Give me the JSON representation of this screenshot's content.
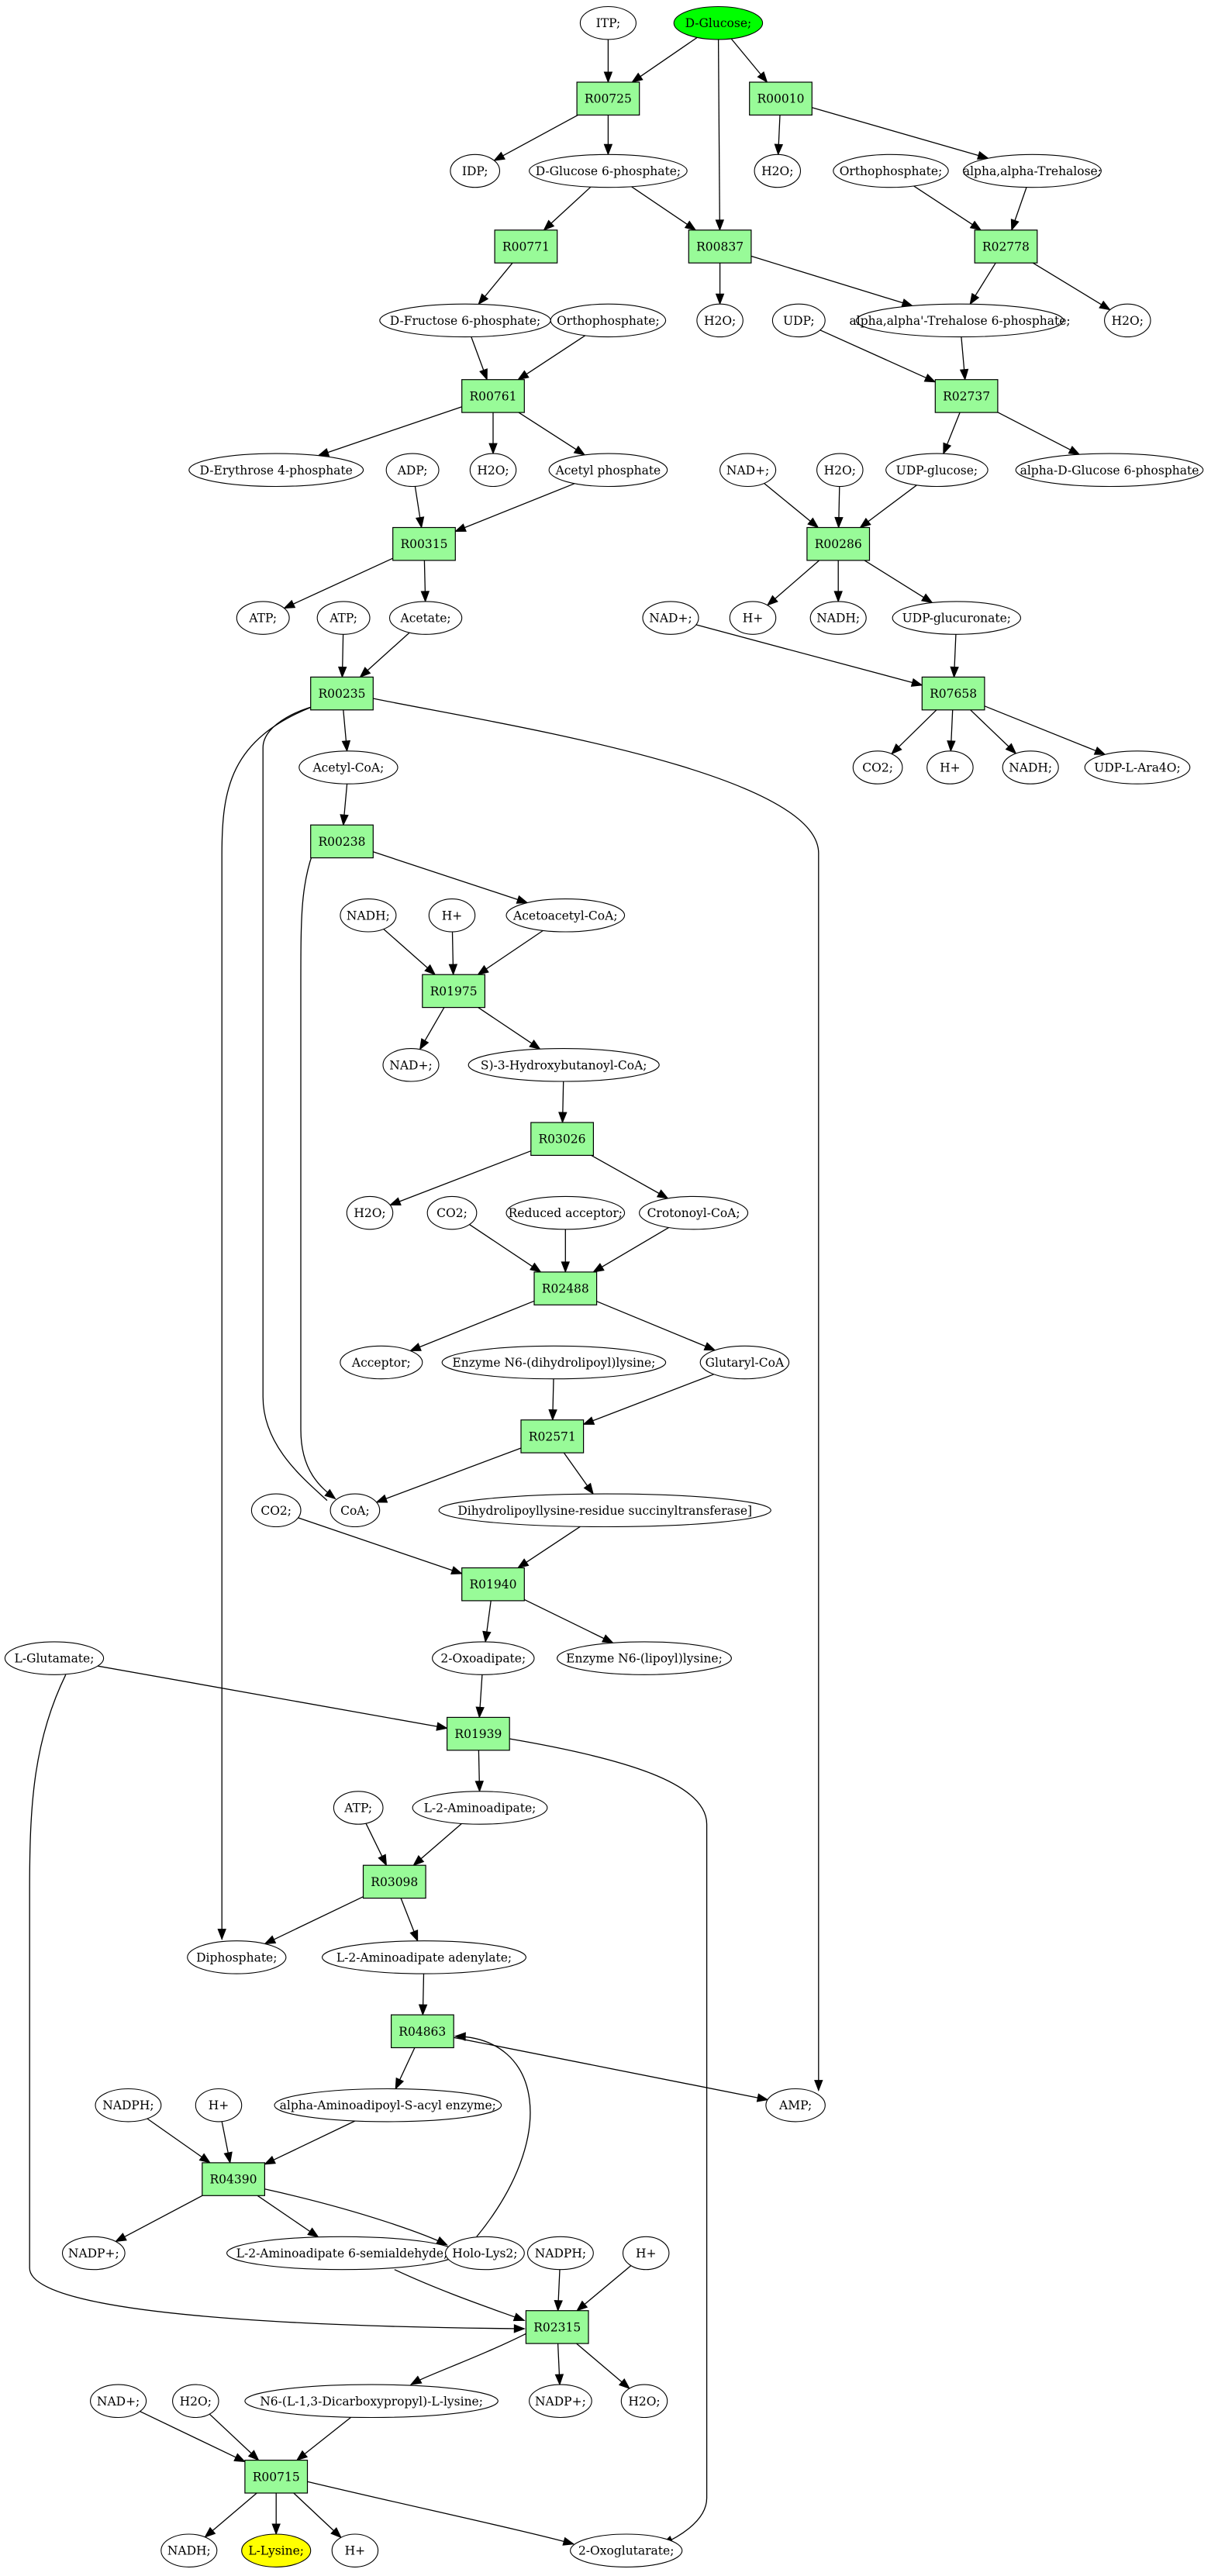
{
  "colors": {
    "reaction_fill": "#98fb98",
    "compound_fill": "#ffffff",
    "start_fill": "#00ff00",
    "target_fill": "#ffff00",
    "line": "#000000"
  },
  "reactions": [
    {
      "id": "R00725",
      "label": "R00725"
    },
    {
      "id": "R00010",
      "label": "R00010"
    },
    {
      "id": "R00771",
      "label": "R00771"
    },
    {
      "id": "R00837",
      "label": "R00837"
    },
    {
      "id": "R02778",
      "label": "R02778"
    },
    {
      "id": "R00761",
      "label": "R00761"
    },
    {
      "id": "R02737",
      "label": "R02737"
    },
    {
      "id": "R00315",
      "label": "R00315"
    },
    {
      "id": "R00286",
      "label": "R00286"
    },
    {
      "id": "R00235",
      "label": "R00235"
    },
    {
      "id": "R07658",
      "label": "R07658"
    },
    {
      "id": "R00238",
      "label": "R00238"
    },
    {
      "id": "R01975",
      "label": "R01975"
    },
    {
      "id": "R03026",
      "label": "R03026"
    },
    {
      "id": "R02488",
      "label": "R02488"
    },
    {
      "id": "R02571",
      "label": "R02571"
    },
    {
      "id": "R01940",
      "label": "R01940"
    },
    {
      "id": "R01939",
      "label": "R01939"
    },
    {
      "id": "R03098",
      "label": "R03098"
    },
    {
      "id": "R04863",
      "label": "R04863"
    },
    {
      "id": "R04390",
      "label": "R04390"
    },
    {
      "id": "R02315",
      "label": "R02315"
    },
    {
      "id": "R00715",
      "label": "R00715"
    }
  ],
  "compounds": [
    {
      "id": "itp",
      "label": "ITP;",
      "role": "normal"
    },
    {
      "id": "dglucose",
      "label": "D-Glucose;",
      "role": "start"
    },
    {
      "id": "idp",
      "label": "IDP;",
      "role": "normal"
    },
    {
      "id": "g6p",
      "label": "D-Glucose 6-phosphate;",
      "role": "normal"
    },
    {
      "id": "h2o_r10",
      "label": "H2O;",
      "role": "normal"
    },
    {
      "id": "ortho1",
      "label": "Orthophosphate;",
      "role": "normal"
    },
    {
      "id": "trehalose",
      "label": "alpha,alpha-Trehalose;",
      "role": "normal"
    },
    {
      "id": "f6p",
      "label": "D-Fructose 6-phosphate;",
      "role": "normal"
    },
    {
      "id": "ortho2",
      "label": "Orthophosphate;",
      "role": "normal"
    },
    {
      "id": "h2o_r837",
      "label": "H2O;",
      "role": "normal"
    },
    {
      "id": "udp",
      "label": "UDP;",
      "role": "normal"
    },
    {
      "id": "t6p",
      "label": "alpha,alpha'-Trehalose 6-phosphate;",
      "role": "normal"
    },
    {
      "id": "h2o_r2778",
      "label": "H2O;",
      "role": "normal"
    },
    {
      "id": "e4p",
      "label": "D-Erythrose 4-phosphate",
      "role": "normal"
    },
    {
      "id": "adp",
      "label": "ADP;",
      "role": "normal"
    },
    {
      "id": "h2o_r761",
      "label": "H2O;",
      "role": "normal"
    },
    {
      "id": "acetylp",
      "label": "Acetyl phosphate",
      "role": "normal"
    },
    {
      "id": "nadp_r286",
      "label": "NAD+;",
      "role": "normal"
    },
    {
      "id": "h2o_r286",
      "label": "H2O;",
      "role": "normal"
    },
    {
      "id": "udpglc",
      "label": "UDP-glucose;",
      "role": "normal"
    },
    {
      "id": "a_dg6p",
      "label": "alpha-D-Glucose 6-phosphate",
      "role": "normal"
    },
    {
      "id": "atp_r315",
      "label": "ATP;",
      "role": "normal"
    },
    {
      "id": "atp_r235",
      "label": "ATP;",
      "role": "normal"
    },
    {
      "id": "acetate",
      "label": "Acetate;",
      "role": "normal"
    },
    {
      "id": "hplus_r286",
      "label": "H+",
      "role": "normal"
    },
    {
      "id": "nadh_r286",
      "label": "NADH;",
      "role": "normal"
    },
    {
      "id": "udpgluc",
      "label": "UDP-glucuronate;",
      "role": "normal"
    },
    {
      "id": "nad_r7658",
      "label": "NAD+;",
      "role": "normal"
    },
    {
      "id": "acetylcoa",
      "label": "Acetyl-CoA;",
      "role": "normal"
    },
    {
      "id": "co2_r7658",
      "label": "CO2;",
      "role": "normal"
    },
    {
      "id": "hplus_r7658",
      "label": "H+",
      "role": "normal"
    },
    {
      "id": "nadh_r7658",
      "label": "NADH;",
      "role": "normal"
    },
    {
      "id": "udpara",
      "label": "UDP-L-Ara4O;",
      "role": "normal"
    },
    {
      "id": "nadh_r1975",
      "label": "NADH;",
      "role": "normal"
    },
    {
      "id": "hplus_r1975",
      "label": "H+",
      "role": "normal"
    },
    {
      "id": "acetoacetyl",
      "label": "Acetoacetyl-CoA;",
      "role": "normal"
    },
    {
      "id": "nad_r1975",
      "label": "NAD+;",
      "role": "normal"
    },
    {
      "id": "hydroxybut",
      "label": "S)-3-Hydroxybutanoyl-CoA;",
      "role": "normal"
    },
    {
      "id": "h2o_r3026",
      "label": "H2O;",
      "role": "normal"
    },
    {
      "id": "co2_r2488",
      "label": "CO2;",
      "role": "normal"
    },
    {
      "id": "redacc",
      "label": "Reduced acceptor;",
      "role": "normal"
    },
    {
      "id": "crotonoyl",
      "label": "Crotonoyl-CoA;",
      "role": "normal"
    },
    {
      "id": "acceptor",
      "label": "Acceptor;",
      "role": "normal"
    },
    {
      "id": "enzdihydro",
      "label": "Enzyme N6-(dihydrolipoyl)lysine;",
      "role": "normal"
    },
    {
      "id": "glutaryl",
      "label": "Glutaryl-CoA",
      "role": "normal"
    },
    {
      "id": "co2_r1940",
      "label": "CO2;",
      "role": "normal"
    },
    {
      "id": "coa",
      "label": "CoA;",
      "role": "normal"
    },
    {
      "id": "dihydrolipo",
      "label": "Dihydrolipoyllysine-residue succinyltransferase]",
      "role": "normal"
    },
    {
      "id": "oxoadipate",
      "label": "2-Oxoadipate;",
      "role": "normal"
    },
    {
      "id": "enzlipoyl",
      "label": "Enzyme N6-(lipoyl)lysine;",
      "role": "normal"
    },
    {
      "id": "glutamate",
      "label": "L-Glutamate;",
      "role": "normal"
    },
    {
      "id": "atp_r3098",
      "label": "ATP;",
      "role": "normal"
    },
    {
      "id": "aminoadipate",
      "label": "L-2-Aminoadipate;",
      "role": "normal"
    },
    {
      "id": "diphosphate",
      "label": "Diphosphate;",
      "role": "normal"
    },
    {
      "id": "adenylate",
      "label": "L-2-Aminoadipate adenylate;",
      "role": "normal"
    },
    {
      "id": "nadph_r4390",
      "label": "NADPH;",
      "role": "normal"
    },
    {
      "id": "hplus_r4390",
      "label": "H+",
      "role": "normal"
    },
    {
      "id": "acylenz",
      "label": "alpha-Aminoadipoyl-S-acyl enzyme;",
      "role": "normal"
    },
    {
      "id": "amp",
      "label": "AMP;",
      "role": "normal"
    },
    {
      "id": "nadp_r4390",
      "label": "NADP+;",
      "role": "normal"
    },
    {
      "id": "semialdehyde",
      "label": "L-2-Aminoadipate 6-semialdehyde;",
      "role": "normal"
    },
    {
      "id": "hololys2",
      "label": "Holo-Lys2;",
      "role": "normal"
    },
    {
      "id": "nadph_r2315",
      "label": "NADPH;",
      "role": "normal"
    },
    {
      "id": "hplus_r2315",
      "label": "H+",
      "role": "normal"
    },
    {
      "id": "nad_r715",
      "label": "NAD+;",
      "role": "normal"
    },
    {
      "id": "h2o_r715",
      "label": "H2O;",
      "role": "normal"
    },
    {
      "id": "saccharopine",
      "label": "N6-(L-1,3-Dicarboxypropyl)-L-lysine;",
      "role": "normal"
    },
    {
      "id": "nadp_r2315",
      "label": "NADP+;",
      "role": "normal"
    },
    {
      "id": "h2o_r2315",
      "label": "H2O;",
      "role": "normal"
    },
    {
      "id": "nadh_r715",
      "label": "NADH;",
      "role": "normal"
    },
    {
      "id": "lysine",
      "label": "L-Lysine;",
      "role": "target"
    },
    {
      "id": "hplus_r715",
      "label": "H+",
      "role": "normal"
    },
    {
      "id": "oxoglutarate",
      "label": "2-Oxoglutarate;",
      "role": "normal"
    }
  ],
  "edges": [
    [
      "itp",
      "R00725"
    ],
    [
      "dglucose",
      "R00725"
    ],
    [
      "dglucose",
      "R00010"
    ],
    [
      "dglucose",
      "R00837"
    ],
    [
      "R00725",
      "idp"
    ],
    [
      "R00725",
      "g6p"
    ],
    [
      "R00010",
      "h2o_r10"
    ],
    [
      "R00010",
      "trehalose"
    ],
    [
      "g6p",
      "R00771"
    ],
    [
      "g6p",
      "R00837"
    ],
    [
      "ortho1",
      "R02778"
    ],
    [
      "trehalose",
      "R02778"
    ],
    [
      "R00771",
      "f6p"
    ],
    [
      "R00837",
      "h2o_r837"
    ],
    [
      "R00837",
      "t6p"
    ],
    [
      "R02778",
      "t6p"
    ],
    [
      "R02778",
      "h2o_r2778"
    ],
    [
      "f6p",
      "R00761"
    ],
    [
      "ortho2",
      "R00761"
    ],
    [
      "udp",
      "R02737"
    ],
    [
      "t6p",
      "R02737"
    ],
    [
      "R00761",
      "e4p"
    ],
    [
      "R00761",
      "h2o_r761"
    ],
    [
      "R00761",
      "acetylp"
    ],
    [
      "R02737",
      "udpglc"
    ],
    [
      "R02737",
      "a_dg6p"
    ],
    [
      "adp",
      "R00315"
    ],
    [
      "acetylp",
      "R00315"
    ],
    [
      "nadp_r286",
      "R00286"
    ],
    [
      "h2o_r286",
      "R00286"
    ],
    [
      "udpglc",
      "R00286"
    ],
    [
      "R00315",
      "atp_r315"
    ],
    [
      "R00315",
      "acetate"
    ],
    [
      "R00286",
      "hplus_r286"
    ],
    [
      "R00286",
      "nadh_r286"
    ],
    [
      "R00286",
      "udpgluc"
    ],
    [
      "atp_r235",
      "R00235"
    ],
    [
      "acetate",
      "R00235"
    ],
    [
      "nad_r7658",
      "R07658"
    ],
    [
      "udpgluc",
      "R07658"
    ],
    [
      "R00235",
      "acetylcoa"
    ],
    [
      "R07658",
      "co2_r7658"
    ],
    [
      "R07658",
      "hplus_r7658"
    ],
    [
      "R07658",
      "nadh_r7658"
    ],
    [
      "R07658",
      "udpara"
    ],
    [
      "acetylcoa",
      "R00238"
    ],
    [
      "R00238",
      "acetoacetyl"
    ],
    [
      "nadh_r1975",
      "R01975"
    ],
    [
      "hplus_r1975",
      "R01975"
    ],
    [
      "acetoacetyl",
      "R01975"
    ],
    [
      "R01975",
      "nad_r1975"
    ],
    [
      "R01975",
      "hydroxybut"
    ],
    [
      "hydroxybut",
      "R03026"
    ],
    [
      "R03026",
      "h2o_r3026"
    ],
    [
      "R03026",
      "crotonoyl"
    ],
    [
      "co2_r2488",
      "R02488"
    ],
    [
      "redacc",
      "R02488"
    ],
    [
      "crotonoyl",
      "R02488"
    ],
    [
      "R02488",
      "acceptor"
    ],
    [
      "R02488",
      "glutaryl"
    ],
    [
      "enzdihydro",
      "R02571"
    ],
    [
      "glutaryl",
      "R02571"
    ],
    [
      "R02571",
      "coa"
    ],
    [
      "R02571",
      "dihydrolipo"
    ],
    [
      "R00238",
      "coa"
    ],
    [
      "co2_r1940",
      "R01940"
    ],
    [
      "dihydrolipo",
      "R01940"
    ],
    [
      "R01940",
      "oxoadipate"
    ],
    [
      "R01940",
      "enzlipoyl"
    ],
    [
      "glutamate",
      "R01939"
    ],
    [
      "oxoadipate",
      "R01939"
    ],
    [
      "R01939",
      "aminoadipate"
    ],
    [
      "atp_r3098",
      "R03098"
    ],
    [
      "aminoadipate",
      "R03098"
    ],
    [
      "R03098",
      "diphosphate"
    ],
    [
      "R03098",
      "adenylate"
    ],
    [
      "adenylate",
      "R04863"
    ],
    [
      "R04863",
      "acylenz"
    ],
    [
      "R04863",
      "amp"
    ],
    [
      "nadph_r4390",
      "R04390"
    ],
    [
      "hplus_r4390",
      "R04390"
    ],
    [
      "acylenz",
      "R04390"
    ],
    [
      "R04390",
      "nadp_r4390"
    ],
    [
      "R04390",
      "semialdehyde"
    ],
    [
      "R04390",
      "hololys2"
    ],
    [
      "hololys2",
      "R04863"
    ],
    [
      "semialdehyde",
      "R02315"
    ],
    [
      "nadph_r2315",
      "R02315"
    ],
    [
      "hplus_r2315",
      "R02315"
    ],
    [
      "glutamate",
      "R02315"
    ],
    [
      "R02315",
      "saccharopine"
    ],
    [
      "R02315",
      "nadp_r2315"
    ],
    [
      "R02315",
      "h2o_r2315"
    ],
    [
      "nad_r715",
      "R00715"
    ],
    [
      "h2o_r715",
      "R00715"
    ],
    [
      "saccharopine",
      "R00715"
    ],
    [
      "R00715",
      "nadh_r715"
    ],
    [
      "R00715",
      "lysine"
    ],
    [
      "R00715",
      "hplus_r715"
    ],
    [
      "R00715",
      "oxoglutarate"
    ],
    [
      "coa",
      "R00235"
    ],
    [
      "R00235",
      "diphosphate"
    ],
    [
      "R00235",
      "amp"
    ],
    [
      "R01939",
      "oxoglutarate"
    ]
  ]
}
